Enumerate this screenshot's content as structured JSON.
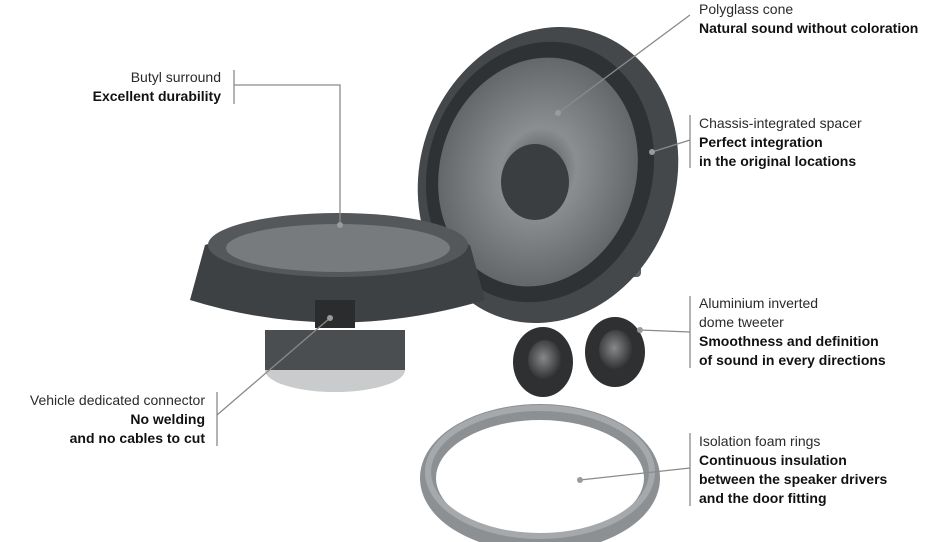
{
  "callouts": {
    "polyglass": {
      "title": "Polyglass cone",
      "lines": [
        "Natural sound without coloration"
      ]
    },
    "butyl": {
      "title": "Butyl surround",
      "lines": [
        "Excellent durability"
      ]
    },
    "chassis": {
      "title": "Chassis-integrated spacer",
      "lines": [
        "Perfect integration",
        "in the original locations"
      ]
    },
    "tweeter": {
      "title": [
        "Aluminium inverted",
        "dome tweeter"
      ],
      "lines": [
        "Smoothness and definition",
        "of sound in every directions"
      ]
    },
    "connector": {
      "title": "Vehicle dedicated connector",
      "lines": [
        "No welding",
        "and no cables to cut"
      ]
    },
    "foam": {
      "title": "Isolation foam rings",
      "lines": [
        "Continuous insulation",
        "between the speaker drivers",
        "and the door fitting"
      ]
    }
  },
  "colors": {
    "leader": "#8a8a8a",
    "speaker_dark": "#3a3d40",
    "speaker_mid": "#6b6e71",
    "ring": "#8d9093"
  }
}
